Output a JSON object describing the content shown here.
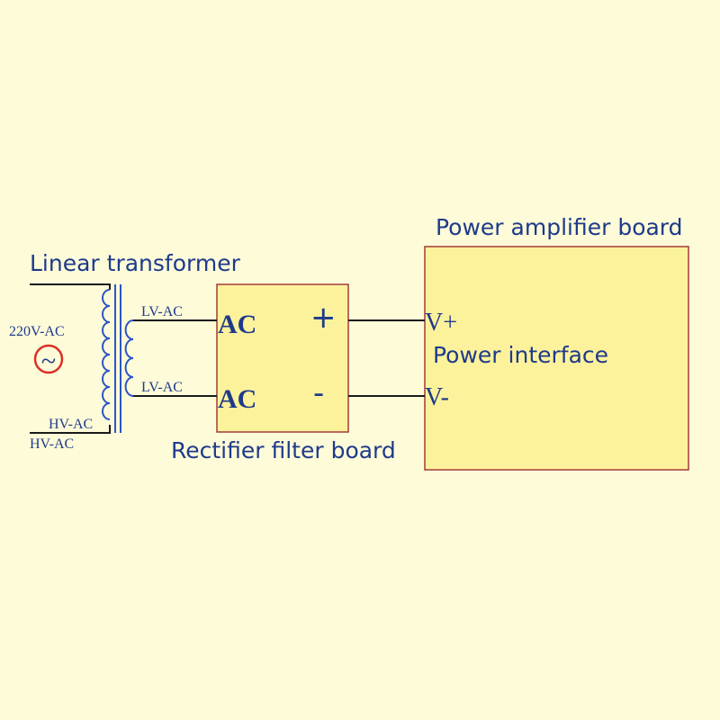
{
  "labels": {
    "power_amplifier_board": "Power amplifier board",
    "linear_transformer": "Linear transformer",
    "rectifier_filter_board": "Rectifier filter board",
    "power_interface": "Power interface",
    "mains_voltage": "220V-AC",
    "hv_ac_top": "HV-AC",
    "hv_ac_bottom": "HV-AC",
    "lv_ac_top": "LV-AC",
    "lv_ac_bottom": "LV-AC",
    "ac_top": "AC",
    "ac_bottom": "AC",
    "plus": "+",
    "minus": "-",
    "v_plus": "V+",
    "v_minus": "V-",
    "ac_source_symbol": "~"
  },
  "colors": {
    "background": "#fefbd9",
    "board_fill": "#fdf29c",
    "board_border": "#a33a3a",
    "text": "#1e3a8a",
    "coil": "#2b55c8",
    "source_circle": "#d93025",
    "wire": "#1a1a1a"
  }
}
